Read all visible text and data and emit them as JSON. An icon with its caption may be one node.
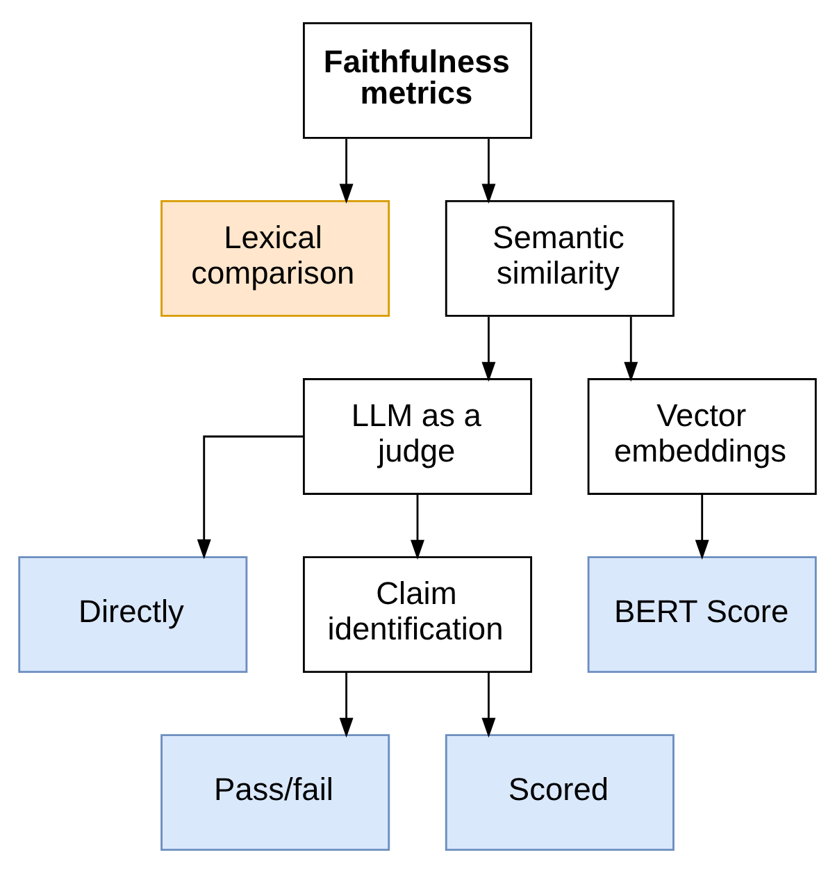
{
  "diagram": {
    "nodes": [
      {
        "text": [
          "Faithfulness metrics"
        ]
      },
      {
        "text": [
          "Lexical comparison"
        ]
      },
      {
        "text": [
          "Semantic similarity"
        ]
      },
      {
        "text": [
          "LLM as a judge"
        ]
      },
      {
        "text": [
          "Vector embeddings"
        ]
      },
      {
        "text": [
          "Directly"
        ]
      },
      {
        "text": [
          "Claim identification"
        ]
      },
      {
        "text": [
          "BERT Score"
        ]
      },
      {
        "text": [
          "Pass/fail"
        ]
      },
      {
        "text": [
          "Scored"
        ]
      }
    ],
    "edges": [
      {
        "from": 0,
        "to": 1,
        "arrow": "to"
      },
      {
        "from": 0,
        "to": 2,
        "arrow": "to"
      },
      {
        "from": 2,
        "to": 3,
        "arrow": "to"
      },
      {
        "from": 2,
        "to": 4,
        "arrow": "to"
      },
      {
        "from": 3,
        "to": 5,
        "arrow": "to"
      },
      {
        "from": 3,
        "to": 6,
        "arrow": "to"
      },
      {
        "from": 4,
        "to": 7,
        "arrow": "to"
      },
      {
        "from": 6,
        "to": 8,
        "arrow": "to"
      },
      {
        "from": 6,
        "to": 9,
        "arrow": "to"
      }
    ]
  }
}
